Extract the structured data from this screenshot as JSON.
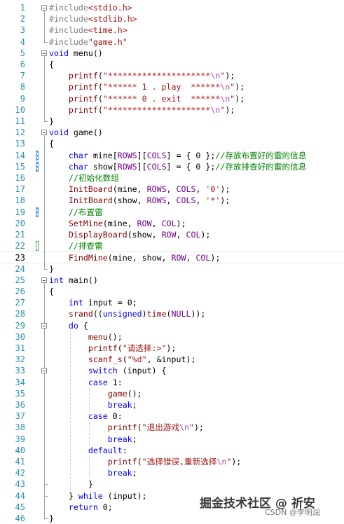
{
  "editor": {
    "lines": [
      {
        "n": "1",
        "tokens": [
          [
            "pp",
            "#include"
          ],
          [
            "str",
            "<stdio.h>"
          ]
        ]
      },
      {
        "n": "2",
        "tokens": [
          [
            "pp",
            "#include"
          ],
          [
            "str",
            "<stdlib.h>"
          ]
        ]
      },
      {
        "n": "3",
        "tokens": [
          [
            "pp",
            "#include"
          ],
          [
            "str",
            "<time.h>"
          ]
        ]
      },
      {
        "n": "4",
        "tokens": [
          [
            "pp",
            "#include"
          ],
          [
            "str",
            "\"game.h\""
          ]
        ]
      },
      {
        "n": "5",
        "tokens": [
          [
            "kw",
            "void"
          ],
          [
            "t",
            " menu()"
          ]
        ]
      },
      {
        "n": "6",
        "tokens": [
          [
            "t",
            "{"
          ]
        ]
      },
      {
        "n": "7",
        "tokens": [
          [
            "t",
            "    "
          ],
          [
            "fn",
            "printf"
          ],
          [
            "t",
            "("
          ],
          [
            "str",
            "\"*********************"
          ],
          [
            "esc",
            "\\n"
          ],
          [
            "str",
            "\""
          ],
          [
            "t",
            ");"
          ]
        ]
      },
      {
        "n": "8",
        "tokens": [
          [
            "t",
            "    "
          ],
          [
            "fn",
            "printf"
          ],
          [
            "t",
            "("
          ],
          [
            "str",
            "\"****** 1 . play  ******"
          ],
          [
            "esc",
            "\\n"
          ],
          [
            "str",
            "\""
          ],
          [
            "t",
            ");"
          ]
        ]
      },
      {
        "n": "9",
        "tokens": [
          [
            "t",
            "    "
          ],
          [
            "fn",
            "printf"
          ],
          [
            "t",
            "("
          ],
          [
            "str",
            "\"****** 0 . exit  ******"
          ],
          [
            "esc",
            "\\n"
          ],
          [
            "str",
            "\""
          ],
          [
            "t",
            ");"
          ]
        ]
      },
      {
        "n": "10",
        "tokens": [
          [
            "t",
            "    "
          ],
          [
            "fn",
            "printf"
          ],
          [
            "t",
            "("
          ],
          [
            "str",
            "\"*********************"
          ],
          [
            "esc",
            "\\n"
          ],
          [
            "str",
            "\""
          ],
          [
            "t",
            ");"
          ]
        ]
      },
      {
        "n": "11",
        "tokens": [
          [
            "t",
            "}"
          ]
        ]
      },
      {
        "n": "12",
        "tokens": [
          [
            "kw",
            "void"
          ],
          [
            "t",
            " game()"
          ]
        ]
      },
      {
        "n": "13",
        "tokens": [
          [
            "t",
            "{"
          ]
        ]
      },
      {
        "n": "14",
        "tokens": [
          [
            "t",
            "    "
          ],
          [
            "kw",
            "char"
          ],
          [
            "t",
            " mine["
          ],
          [
            "mac",
            "ROWS"
          ],
          [
            "t",
            "]["
          ],
          [
            "mac",
            "COLS"
          ],
          [
            "t",
            "] = { 0 };"
          ],
          [
            "com",
            "//存放布置好的雷的信息"
          ]
        ]
      },
      {
        "n": "15",
        "tokens": [
          [
            "t",
            "    "
          ],
          [
            "kw",
            "char"
          ],
          [
            "t",
            " show["
          ],
          [
            "mac",
            "ROWS"
          ],
          [
            "t",
            "]["
          ],
          [
            "mac",
            "COLS"
          ],
          [
            "t",
            "] = { 0 };"
          ],
          [
            "com",
            "//存放排查好的雷的信息"
          ]
        ]
      },
      {
        "n": "16",
        "tokens": [
          [
            "t",
            "    "
          ],
          [
            "com",
            "//初始化数组"
          ]
        ]
      },
      {
        "n": "17",
        "tokens": [
          [
            "t",
            "    "
          ],
          [
            "fn",
            "InitBoard"
          ],
          [
            "t",
            "(mine, "
          ],
          [
            "mac",
            "ROWS"
          ],
          [
            "t",
            ", "
          ],
          [
            "mac",
            "COLS"
          ],
          [
            "t",
            ", "
          ],
          [
            "str",
            "'0'"
          ],
          [
            "t",
            ");"
          ]
        ]
      },
      {
        "n": "18",
        "tokens": [
          [
            "t",
            "    "
          ],
          [
            "fn",
            "InitBoard"
          ],
          [
            "t",
            "(show, "
          ],
          [
            "mac",
            "ROWS"
          ],
          [
            "t",
            ", "
          ],
          [
            "mac",
            "COLS"
          ],
          [
            "t",
            ", "
          ],
          [
            "str",
            "'*'"
          ],
          [
            "t",
            ");"
          ]
        ]
      },
      {
        "n": "19",
        "tokens": [
          [
            "t",
            "    "
          ],
          [
            "com",
            "//布置雷"
          ]
        ]
      },
      {
        "n": "20",
        "tokens": [
          [
            "t",
            "    "
          ],
          [
            "fn",
            "SetMine"
          ],
          [
            "t",
            "(mine, "
          ],
          [
            "mac",
            "ROW"
          ],
          [
            "t",
            ", "
          ],
          [
            "mac",
            "COL"
          ],
          [
            "t",
            ");"
          ]
        ]
      },
      {
        "n": "21",
        "tokens": [
          [
            "t",
            "    "
          ],
          [
            "fn",
            "DisplayBoard"
          ],
          [
            "t",
            "(show, "
          ],
          [
            "mac",
            "ROW"
          ],
          [
            "t",
            ", "
          ],
          [
            "mac",
            "COL"
          ],
          [
            "t",
            ");"
          ]
        ]
      },
      {
        "n": "22",
        "tokens": [
          [
            "t",
            "    "
          ],
          [
            "com",
            "//排查雷"
          ]
        ]
      },
      {
        "n": "23",
        "tokens": [
          [
            "t",
            "    "
          ],
          [
            "fn",
            "FindMine"
          ],
          [
            "t",
            "(mine, show, "
          ],
          [
            "mac",
            "ROW"
          ],
          [
            "t",
            ", "
          ],
          [
            "mac",
            "COL"
          ],
          [
            "t",
            ");"
          ]
        ]
      },
      {
        "n": "24",
        "tokens": [
          [
            "t",
            "}"
          ]
        ]
      },
      {
        "n": "25",
        "tokens": [
          [
            "kw",
            "int"
          ],
          [
            "t",
            " main()"
          ]
        ]
      },
      {
        "n": "26",
        "tokens": [
          [
            "t",
            "{"
          ]
        ]
      },
      {
        "n": "27",
        "tokens": [
          [
            "t",
            "    "
          ],
          [
            "kw",
            "int"
          ],
          [
            "t",
            " input = 0;"
          ]
        ]
      },
      {
        "n": "28",
        "tokens": [
          [
            "t",
            "    "
          ],
          [
            "fn",
            "srand"
          ],
          [
            "t",
            "(("
          ],
          [
            "kw",
            "unsigned"
          ],
          [
            "t",
            ")"
          ],
          [
            "fn",
            "time"
          ],
          [
            "t",
            "("
          ],
          [
            "mac",
            "NULL"
          ],
          [
            "t",
            "));"
          ]
        ]
      },
      {
        "n": "29",
        "tokens": [
          [
            "t",
            "    "
          ],
          [
            "kw",
            "do"
          ],
          [
            "t",
            " {"
          ]
        ]
      },
      {
        "n": "30",
        "tokens": [
          [
            "t",
            "        "
          ],
          [
            "fn",
            "menu"
          ],
          [
            "t",
            "();"
          ]
        ]
      },
      {
        "n": "31",
        "tokens": [
          [
            "t",
            "        "
          ],
          [
            "fn",
            "printf"
          ],
          [
            "t",
            "("
          ],
          [
            "str",
            "\"请选择:>\""
          ],
          [
            "t",
            ");"
          ]
        ]
      },
      {
        "n": "32",
        "tokens": [
          [
            "t",
            "        "
          ],
          [
            "fn",
            "scanf_s"
          ],
          [
            "t",
            "("
          ],
          [
            "str",
            "\"%d\""
          ],
          [
            "t",
            ", &input);"
          ]
        ]
      },
      {
        "n": "33",
        "tokens": [
          [
            "t",
            "        "
          ],
          [
            "kw",
            "switch"
          ],
          [
            "t",
            " (input) {"
          ]
        ]
      },
      {
        "n": "34",
        "tokens": [
          [
            "t",
            "        "
          ],
          [
            "kw",
            "case"
          ],
          [
            "t",
            " 1:"
          ]
        ]
      },
      {
        "n": "35",
        "tokens": [
          [
            "t",
            "            "
          ],
          [
            "fn",
            "game"
          ],
          [
            "t",
            "();"
          ]
        ]
      },
      {
        "n": "36",
        "tokens": [
          [
            "t",
            "            "
          ],
          [
            "kw",
            "break"
          ],
          [
            "t",
            ";"
          ]
        ]
      },
      {
        "n": "37",
        "tokens": [
          [
            "t",
            "        "
          ],
          [
            "kw",
            "case"
          ],
          [
            "t",
            " 0:"
          ]
        ]
      },
      {
        "n": "38",
        "tokens": [
          [
            "t",
            "            "
          ],
          [
            "fn",
            "printf"
          ],
          [
            "t",
            "("
          ],
          [
            "str",
            "\"退出游戏"
          ],
          [
            "esc",
            "\\n"
          ],
          [
            "str",
            "\""
          ],
          [
            "t",
            ");"
          ]
        ]
      },
      {
        "n": "39",
        "tokens": [
          [
            "t",
            "            "
          ],
          [
            "kw",
            "break"
          ],
          [
            "t",
            ";"
          ]
        ]
      },
      {
        "n": "40",
        "tokens": [
          [
            "t",
            "        "
          ],
          [
            "kw",
            "default"
          ],
          [
            "t",
            ":"
          ]
        ]
      },
      {
        "n": "41",
        "tokens": [
          [
            "t",
            "            "
          ],
          [
            "fn",
            "printf"
          ],
          [
            "t",
            "("
          ],
          [
            "str",
            "\"选择错误,重新选择"
          ],
          [
            "esc",
            "\\n"
          ],
          [
            "str",
            "\""
          ],
          [
            "t",
            ");"
          ]
        ]
      },
      {
        "n": "42",
        "tokens": [
          [
            "t",
            "            "
          ],
          [
            "kw",
            "break"
          ],
          [
            "t",
            ";"
          ]
        ]
      },
      {
        "n": "43",
        "tokens": [
          [
            "t",
            "        }"
          ]
        ]
      },
      {
        "n": "44",
        "tokens": [
          [
            "t",
            "    } "
          ],
          [
            "kw",
            "while"
          ],
          [
            "t",
            " (input);"
          ]
        ]
      },
      {
        "n": "45",
        "tokens": [
          [
            "t",
            "    "
          ],
          [
            "kw",
            "return"
          ],
          [
            "t",
            " 0;"
          ]
        ]
      },
      {
        "n": "46",
        "tokens": [
          [
            "t",
            "}"
          ]
        ]
      }
    ],
    "current_line": 23,
    "change_marks": [
      {
        "line": 14,
        "state": "saved"
      },
      {
        "line": 15,
        "state": "saved"
      },
      {
        "line": 19,
        "state": "saved"
      },
      {
        "line": 22,
        "state": "unsaved"
      }
    ]
  },
  "watermark": {
    "main": "掘金技术社区 @ 祈安",
    "sub": "CSDN @李明润"
  }
}
